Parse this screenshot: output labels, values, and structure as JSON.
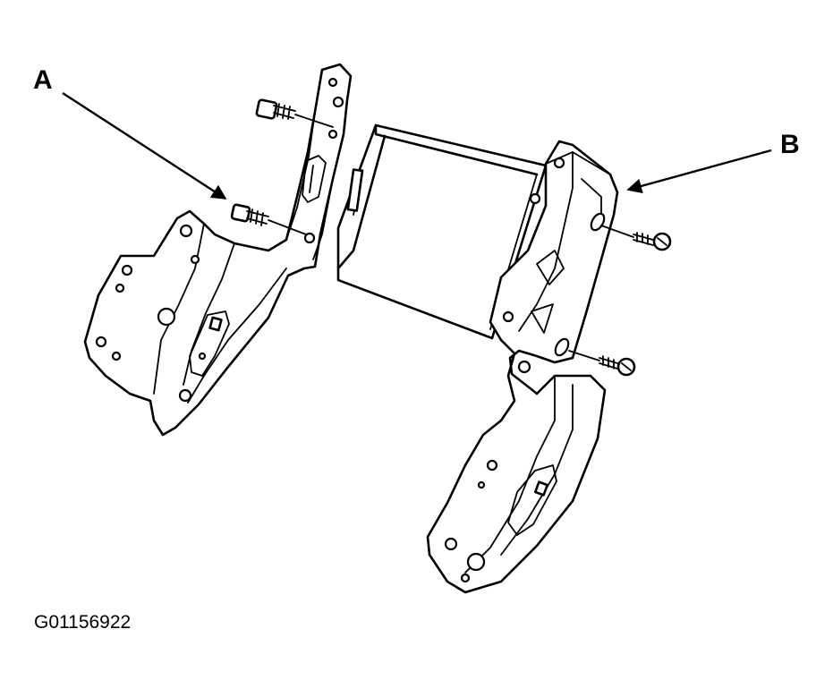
{
  "callouts": {
    "a": "A",
    "b": "B"
  },
  "figure_id": "G01156922",
  "colors": {
    "ink": "#000000",
    "paper": "#ffffff"
  }
}
